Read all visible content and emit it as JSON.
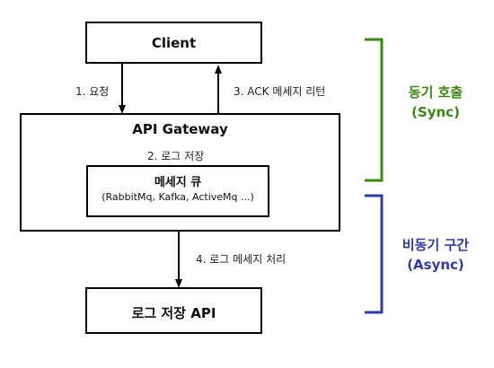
{
  "client": {
    "title": "Client"
  },
  "gateway": {
    "title": "API Gateway",
    "log_save": "2. 로그 저장",
    "queue": {
      "title": "메세지 큐",
      "subtitle": "(RabbitMq, Kafka, ActiveMq ...)"
    }
  },
  "log_api": {
    "title": "로그 저장 API"
  },
  "arrows": {
    "request": "1. 요청",
    "ack": "3. ACK 메세지 리턴",
    "process": "4. 로그 메세지 처리"
  },
  "sync": {
    "label_ko": "동기 호출",
    "label_en": "(Sync)",
    "color": "#3a8a0f"
  },
  "async": {
    "label_ko": "비동기 구간",
    "label_en": "(Async)",
    "color": "#2e3aa8"
  }
}
